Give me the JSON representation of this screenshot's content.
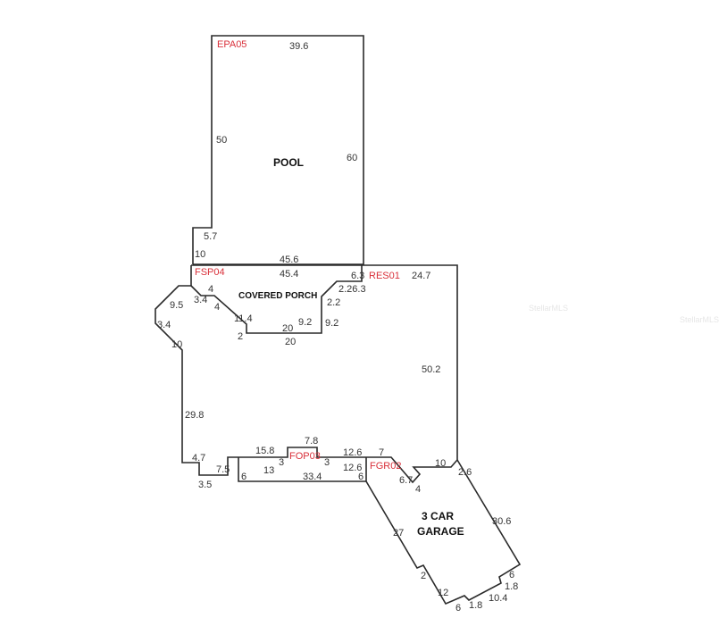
{
  "rooms": {
    "pool": "POOL",
    "covered_porch": "COVERED PORCH",
    "garage_line1": "3 CAR",
    "garage_line2": "GARAGE"
  },
  "area_codes": {
    "epa": "EPA05",
    "fsp": "FSP04",
    "res": "RES01",
    "fop": "FOP03",
    "fgr": "FGR02"
  },
  "dimensions": {
    "pool_top": "39.6",
    "pool_left": "50",
    "pool_right": "60",
    "pool_step": "5.7",
    "pool_step_v": "10",
    "pool_bottom": "45.6",
    "porch_top": "45.4",
    "porch_a": "4",
    "porch_b": "3.4",
    "porch_c": "4",
    "porch_d": "11.4",
    "porch_e": "2",
    "porch_f": "20",
    "porch_g": "9.2",
    "porch_h": "9.2",
    "porch_i": "2.2",
    "porch_j": "2.26.3",
    "porch_k": "6.3",
    "bottom_20": "20",
    "res_top": "24.7",
    "res_right": "50.2",
    "left_a": "9.5",
    "left_b": "3.4",
    "left_c": "10",
    "left_d": "29.8",
    "left_e": "4.7",
    "left_f": "3.5",
    "left_g": "7.5",
    "fop_a": "15.8",
    "fop_b": "7.8",
    "fop_c": "3",
    "fop_d": "3",
    "fop_e": "12.6",
    "fop_f": "13",
    "fop_g": "12.6",
    "fop_h": "6",
    "fop_i": "33.4",
    "fop_j": "6",
    "g_a": "7",
    "g_b": "10",
    "g_c": "6.7",
    "g_d": "4",
    "g_e": "2.6",
    "g_f": "30.6",
    "g_g": "27",
    "g_h": "2",
    "g_i": "12",
    "g_j": "6",
    "g_k": "1.8",
    "g_l": "10.4",
    "g_m": "1.8",
    "g_n": "6"
  },
  "watermark": "StellarMLS",
  "colors": {
    "line": "#2a2a2a",
    "code": "#d9303a"
  }
}
